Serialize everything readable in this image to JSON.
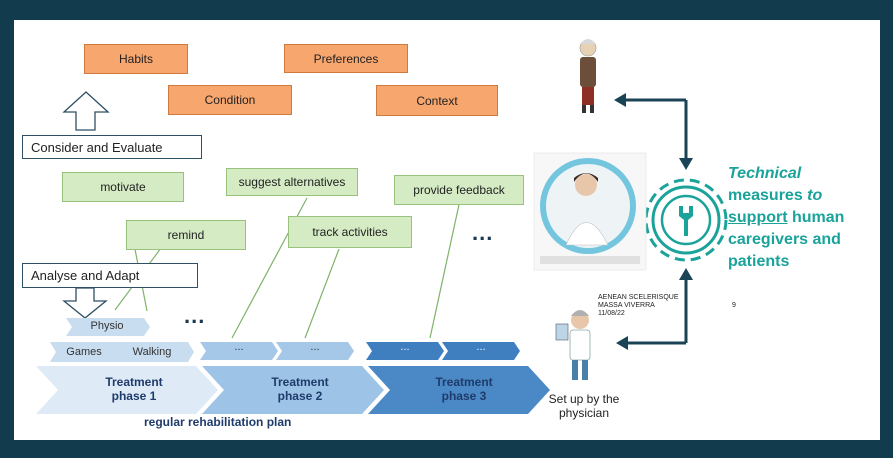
{
  "top_boxes": {
    "habits": "Habits",
    "preferences": "Preferences",
    "condition": "Condition",
    "context": "Context"
  },
  "consider_label": "Consider and Evaluate",
  "analyse_label": "Analyse and Adapt",
  "green_boxes": {
    "motivate": "motivate",
    "suggest": "suggest alternatives",
    "feedback": "provide feedback",
    "remind": "remind",
    "track": "track activities"
  },
  "ellipsis": "...",
  "small_chevrons": {
    "physio": "Physio",
    "games": "Games",
    "walking": "Walking",
    "dots": "..."
  },
  "phases": [
    {
      "line1": "Treatment",
      "line2": "phase 1"
    },
    {
      "line1": "Treatment",
      "line2": "phase 2"
    },
    {
      "line1": "Treatment",
      "line2": "phase 3"
    }
  ],
  "plan_label": "regular rehabilitation plan",
  "setup_label": "Set up by the physician",
  "tech": {
    "w1": "Technical",
    "w2": "measures",
    "w3": "to",
    "w4": "support",
    "w5": "human caregivers and patients"
  },
  "caption_lines": [
    "AENEAN SCELERISQUE",
    "MASSA VIVERRA",
    "11/08/22"
  ],
  "page_number": "9",
  "colors": {
    "frame": "#123c4e",
    "orange": "#f7a66e",
    "green": "#d4ebc4",
    "teal": "#1aa39a",
    "chevron_light": "#c9ddf0",
    "chevron_mid": "#6fa3d6",
    "chevron_dark": "#3f7fc0"
  }
}
